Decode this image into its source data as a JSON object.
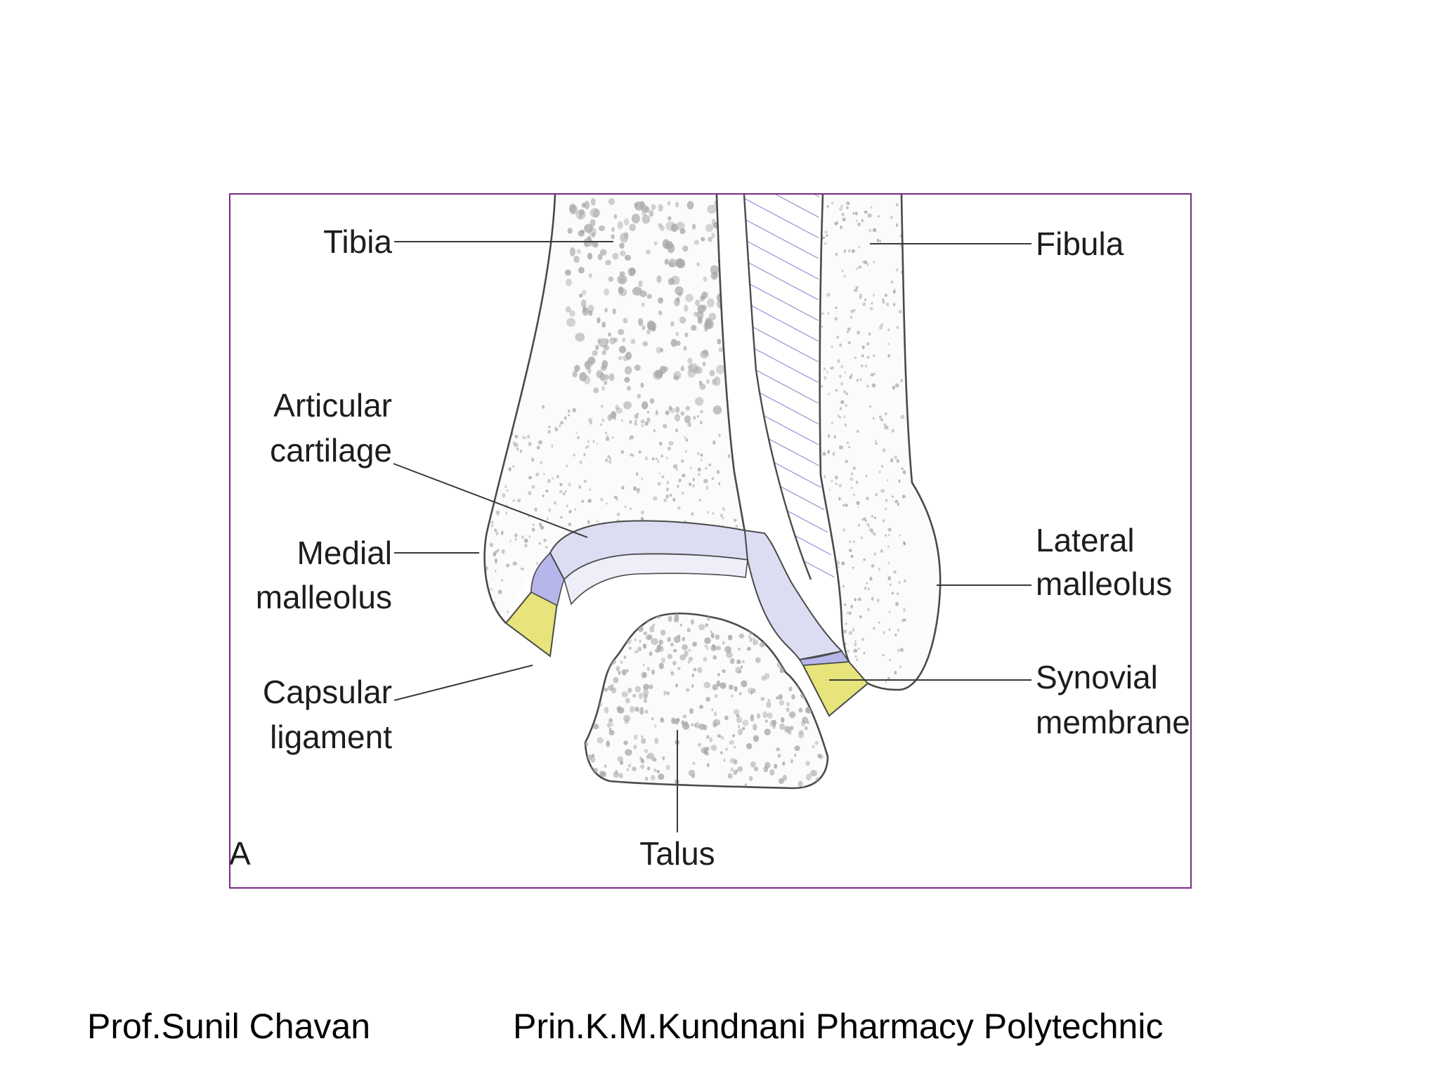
{
  "figure": {
    "panel_letter": "A",
    "labels": {
      "tibia": "Tibia",
      "fibula": "Fibula",
      "articular_cartilage": [
        "Articular",
        "cartilage"
      ],
      "medial_malleolus": [
        "Medial",
        "malleolus"
      ],
      "lateral_malleolus": [
        "Lateral",
        "malleolus"
      ],
      "capsular_ligament": [
        "Capsular",
        "ligament"
      ],
      "synovial_membrane": [
        "Synovial",
        "membrane"
      ],
      "talus": "Talus"
    },
    "colors": {
      "frame": "#7a2a86",
      "bone_fill": "#fbfbfb",
      "bone_outline": "#4a4a4a",
      "cartilage": "#dcdcf3",
      "synovial": "#b6b6ea",
      "capsule": "#e6e47a",
      "interosseous_hatch": "#8a8acd",
      "pores": "#a8aaa8"
    }
  },
  "footer": {
    "author": "Prof.Sunil Chavan",
    "institution": "Prin.K.M.Kundnani Pharmacy Polytechnic"
  }
}
